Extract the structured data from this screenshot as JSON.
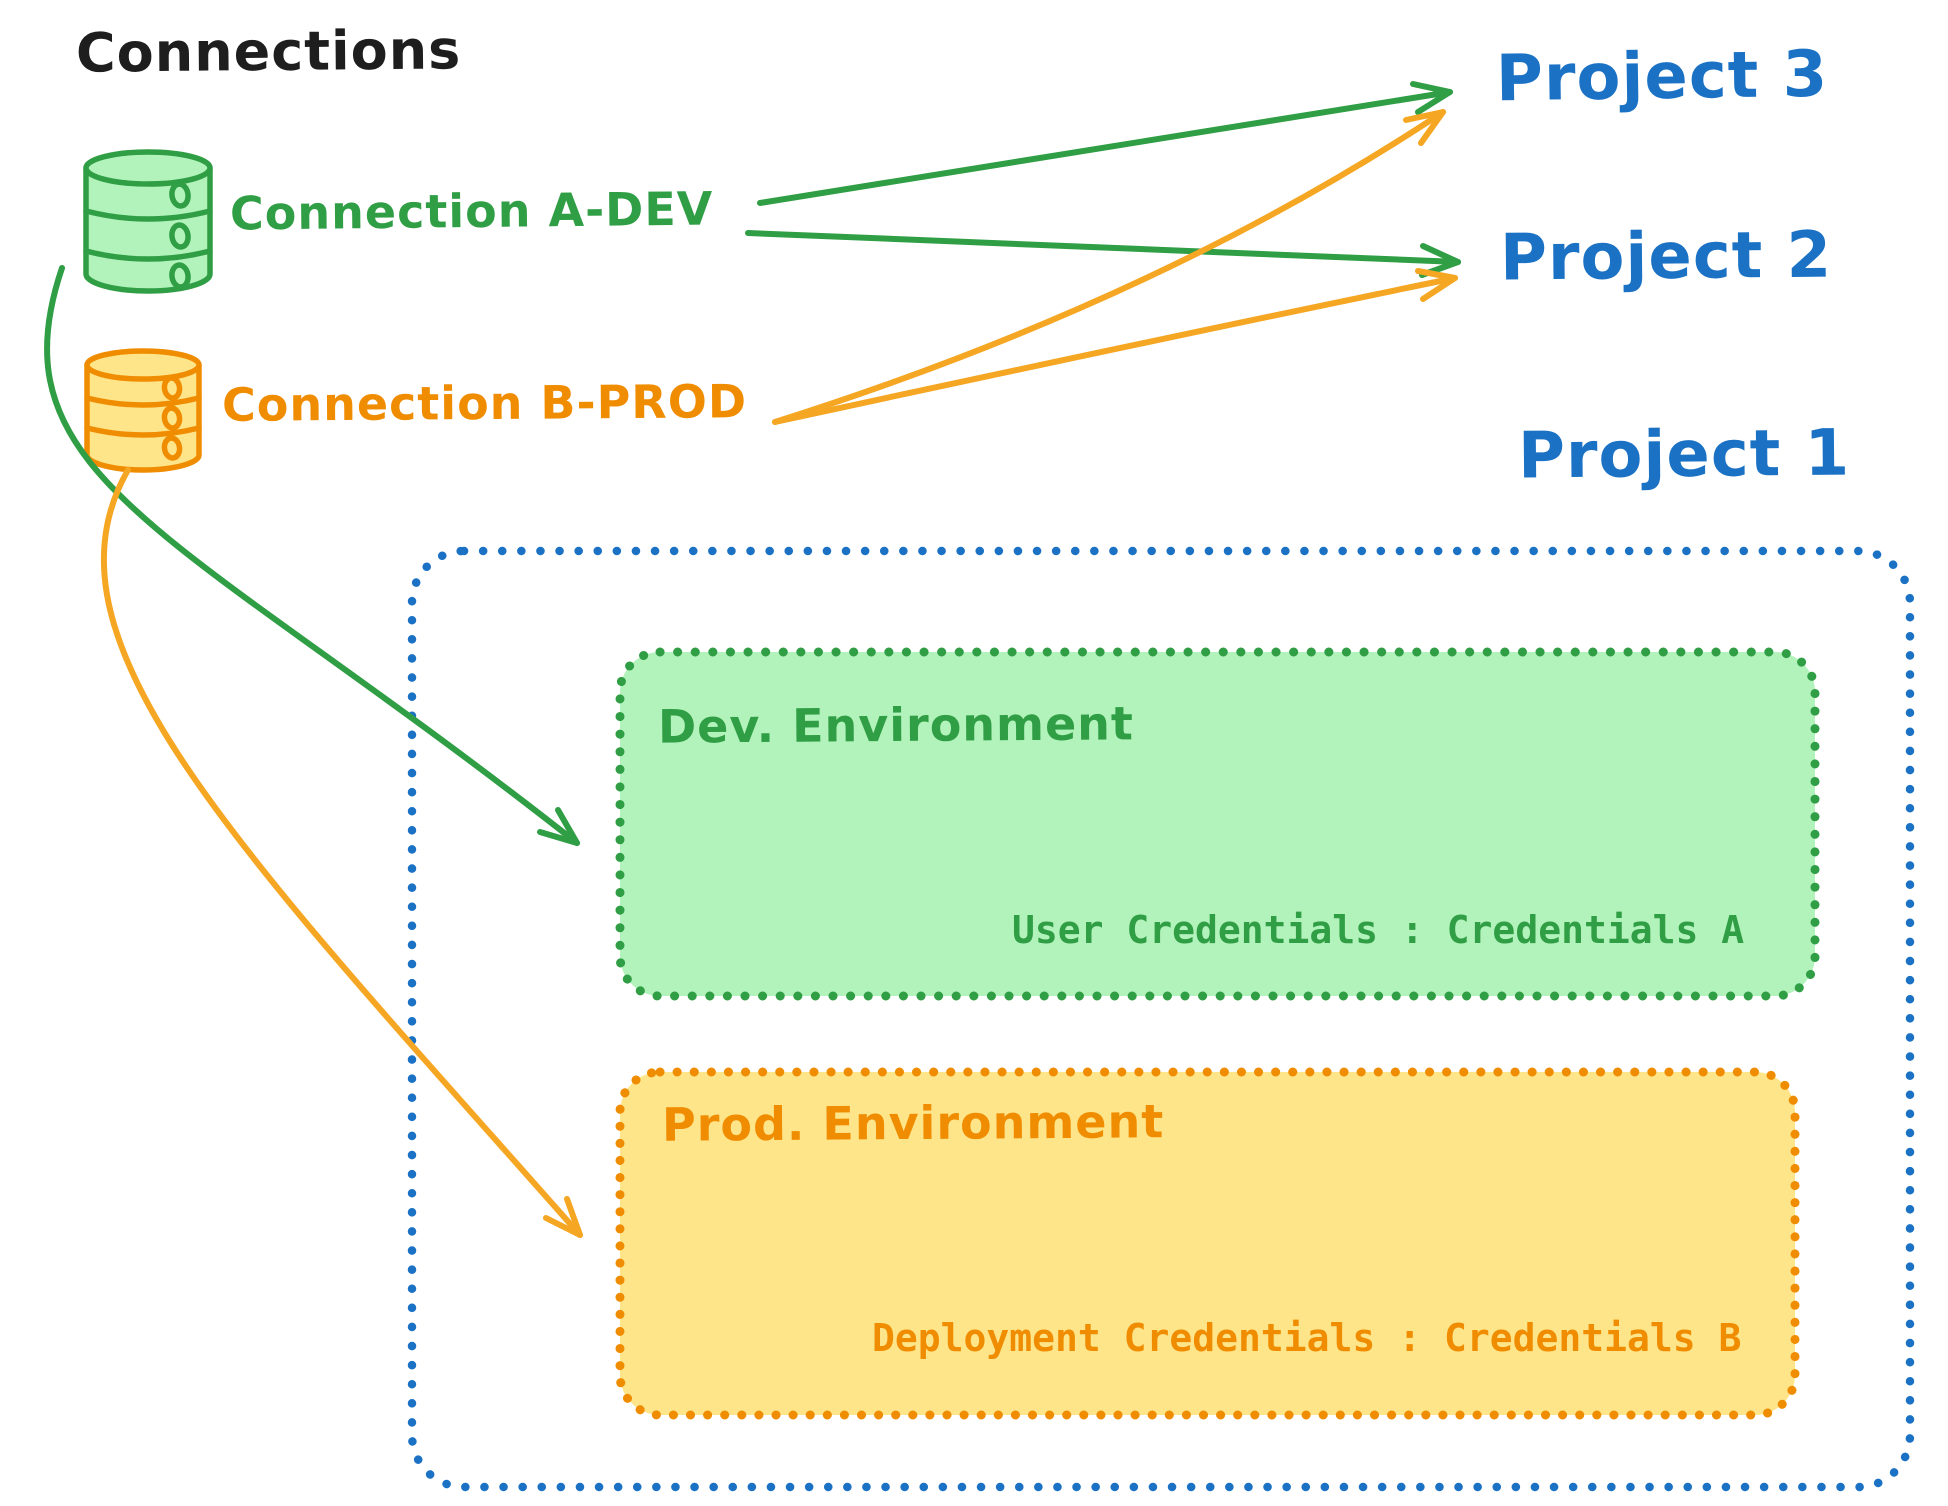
{
  "diagram": {
    "title": "Connections",
    "connections": [
      {
        "label": "Connection A-DEV",
        "icon": "database-icon",
        "color": "#2f9e44"
      },
      {
        "label": "Connection B-PROD",
        "icon": "database-icon",
        "color": "#f08c00"
      }
    ],
    "projects": [
      {
        "label": "Project 3"
      },
      {
        "label": "Project 2"
      },
      {
        "label": "Project 1"
      }
    ],
    "environments": [
      {
        "title": "Dev. Environment",
        "credentials": "User Credentials : Credentials A"
      },
      {
        "title": "Prod. Environment",
        "credentials": "Deployment Credentials : Credentials B"
      }
    ],
    "edges": [
      {
        "from": "Connection A-DEV",
        "to": "Project 3"
      },
      {
        "from": "Connection A-DEV",
        "to": "Project 2"
      },
      {
        "from": "Connection A-DEV",
        "to": "Dev. Environment (Project 1)"
      },
      {
        "from": "Connection B-PROD",
        "to": "Project 3"
      },
      {
        "from": "Connection B-PROD",
        "to": "Project 2"
      },
      {
        "from": "Connection B-PROD",
        "to": "Prod. Environment (Project 1)"
      }
    ],
    "colors": {
      "ink": "#1e1e1e",
      "green": "#2f9e44",
      "green_fill": "#b2f2bb",
      "orange": "#f08c00",
      "orange_arrow": "#f5a623",
      "yellow_fill": "#ffe58a",
      "blue": "#1b72c5"
    }
  }
}
